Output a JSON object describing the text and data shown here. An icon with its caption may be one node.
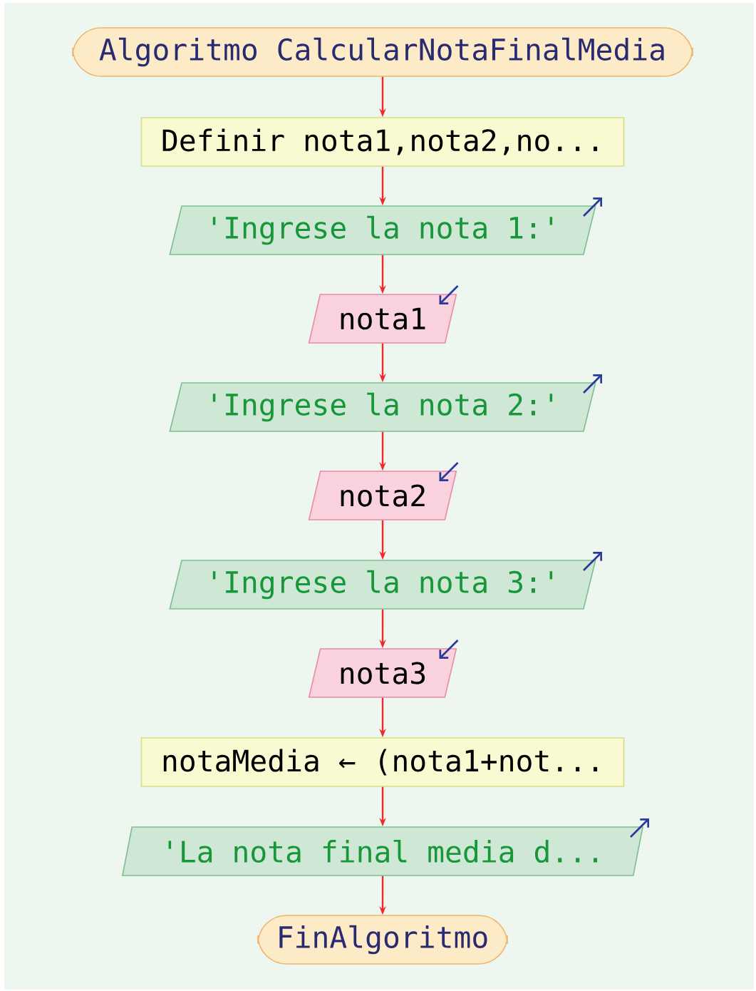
{
  "diagram": {
    "nodes": [
      {
        "text": [
          "Algoritmo CalcularNotaFinalMedia"
        ]
      },
      {
        "text": [
          "Definir nota1,nota2,no..."
        ]
      },
      {
        "text": [
          "'Ingrese la nota 1:'"
        ]
      },
      {
        "text": [
          "nota1"
        ]
      },
      {
        "text": [
          "'Ingrese la nota 2:'"
        ]
      },
      {
        "text": [
          "nota2"
        ]
      },
      {
        "text": [
          "'Ingrese la nota 3:'"
        ]
      },
      {
        "text": [
          "nota3"
        ]
      },
      {
        "text": [
          "notaMedia ← (nota1+not..."
        ]
      },
      {
        "text": [
          "'La nota final media d..."
        ]
      },
      {
        "text": [
          "FinAlgoritmo"
        ]
      }
    ],
    "edges": [
      {
        "from": 0,
        "to": 1,
        "arrow": "to"
      },
      {
        "from": 1,
        "to": 2,
        "arrow": "to"
      },
      {
        "from": 2,
        "to": 3,
        "arrow": "to"
      },
      {
        "from": 3,
        "to": 4,
        "arrow": "to"
      },
      {
        "from": 4,
        "to": 5,
        "arrow": "to"
      },
      {
        "from": 5,
        "to": 6,
        "arrow": "to"
      },
      {
        "from": 6,
        "to": 7,
        "arrow": "to"
      },
      {
        "from": 7,
        "to": 8,
        "arrow": "to"
      },
      {
        "from": 8,
        "to": 9,
        "arrow": "to"
      },
      {
        "from": 9,
        "to": 10,
        "arrow": "to"
      }
    ]
  }
}
